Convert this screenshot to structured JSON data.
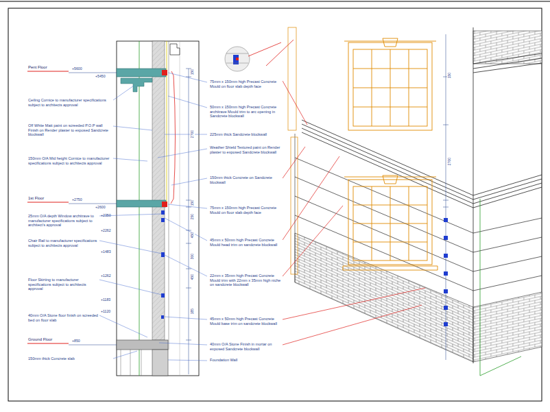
{
  "diagram": {
    "labels": [
      "Pent Floor",
      "+5600",
      "+5450",
      "Ceiling Cornice to manufacturer specifications subject to architects approval",
      "Off White Matt paint on screeded P.O.P wall Finish on Render plaster to exposed Sandcrete blockwall",
      "150mm O/A Mid height Cornice to manufacturer specifications subject to architects approval",
      "1st Floor",
      "+2750",
      "+2600",
      "25mm O/A depth Window architrave to manufacturer specifications subject to architect's approval",
      "+2350",
      "Chair Rail to manufacturer specifications subject to architects approval",
      "+2262",
      "+1483",
      "Floor Skirting to manufacturer specifications subject to architects approval",
      "+1262",
      "+1183",
      "40mm O/A Stone floor finish on screeded bed on floor slab",
      "+1120",
      "Ground Floor",
      "+850",
      "150mm thick Concrete slab",
      "75mm x 150mm high Precast Concrete Mould on floor slab depth face",
      "50mm x 150mm high Precast Concrete architrave Mould trim to arc opening in Sandcrete blockwall",
      "225mm thick Sandcrete blockwall",
      "Weather Shield Textured paint on Render plaster to exposed Sandcrete blockwall",
      "150mm thick Concrete on Sandcrete blockwall",
      "75mm x 150mm high Precast Concrete Mould on floor slab depth face",
      "45mm x 50mm high Precast Concrete Mould head trim on sandcrete blockwall",
      "22mm x 35mm high Precast Concrete Mould trim with 22mm x 35mm high niche on sandcrete blockwall",
      "45mm x 50mm high Precast Concrete Mould base trim on sandcrete blockwall",
      "40mm O/A Stone Finish in mortar on exposed Sandcrete blockwall",
      "Foundation Wall",
      "150",
      "2700",
      "150",
      "250",
      "450",
      "300",
      "450",
      "185",
      "150",
      "2700"
    ]
  }
}
